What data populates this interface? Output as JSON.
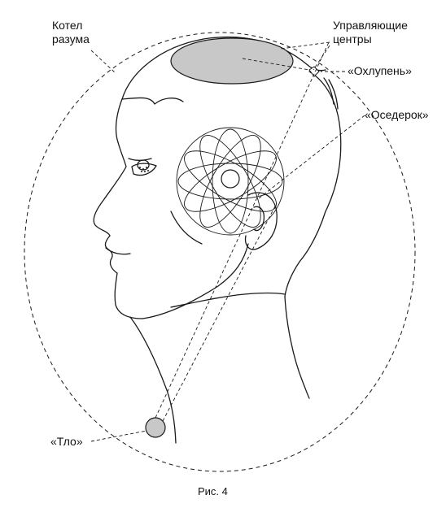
{
  "labels": {
    "mind_cauldron": [
      "Котел",
      "разума"
    ],
    "control_centers": [
      "Управляющие",
      "центры"
    ],
    "okhlupen": "«Охлупень»",
    "oseredok": "«Оседерок»",
    "tlo": "«Тло»"
  },
  "caption": "Рис. 4",
  "colors": {
    "line": "#1a1a1a",
    "fill": "#c8c8c8",
    "background": "#ffffff"
  }
}
